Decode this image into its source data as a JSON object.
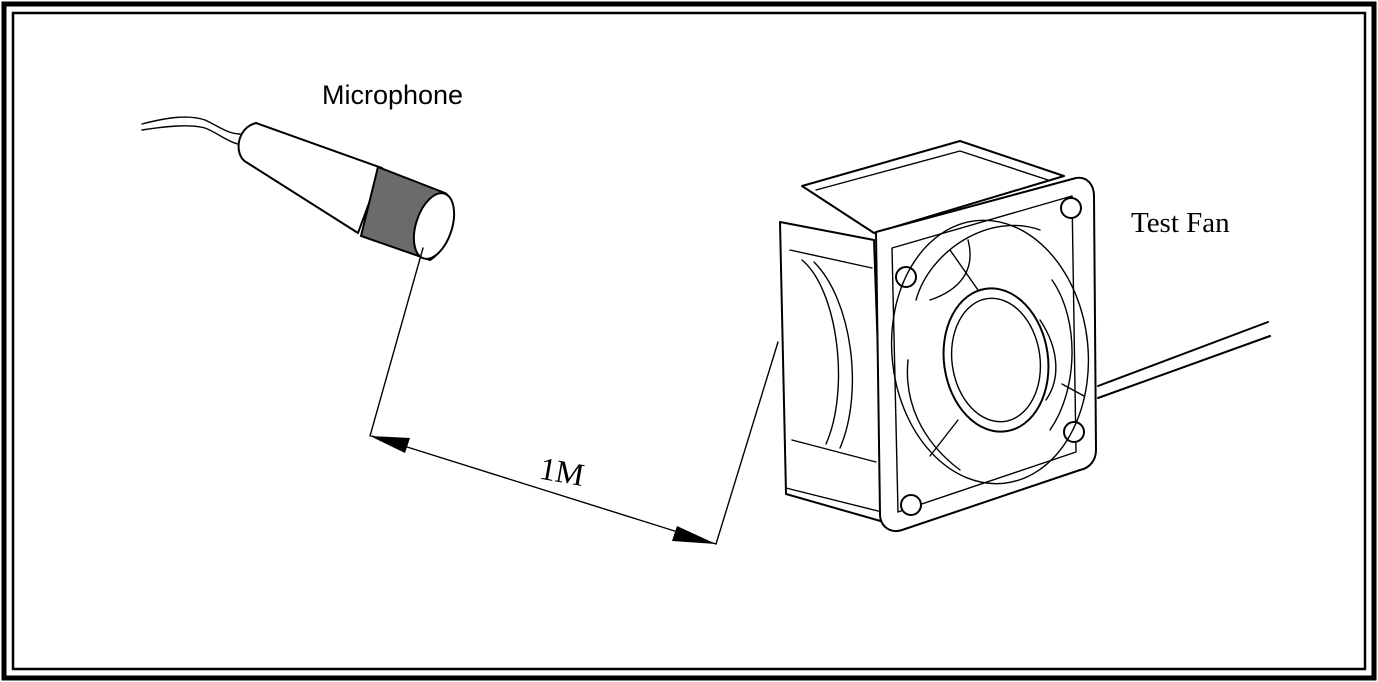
{
  "labels": {
    "microphone": "Microphone",
    "test_fan": "Test Fan",
    "distance": "1M"
  },
  "colors": {
    "ink": "#000000",
    "mic_head": "#6b6b6b",
    "background": "#ffffff"
  }
}
